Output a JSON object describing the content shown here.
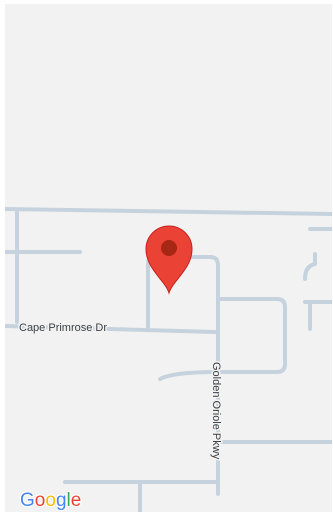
{
  "map": {
    "streets": [
      {
        "name": "Cape Primrose Dr"
      },
      {
        "name": "Golden Oriole Pkwy"
      }
    ],
    "marker": {
      "icon": "map-pin-icon",
      "color": "#ea4335",
      "dot_color": "#a52714"
    },
    "colors": {
      "background": "#f2f2f2",
      "road": "#c6d3de"
    }
  },
  "logo": {
    "letters": [
      {
        "char": "G",
        "color": "#4285f4"
      },
      {
        "char": "o",
        "color": "#ea4335"
      },
      {
        "char": "o",
        "color": "#fbbc05"
      },
      {
        "char": "g",
        "color": "#4285f4"
      },
      {
        "char": "l",
        "color": "#34a853"
      },
      {
        "char": "e",
        "color": "#ea4335"
      }
    ]
  }
}
